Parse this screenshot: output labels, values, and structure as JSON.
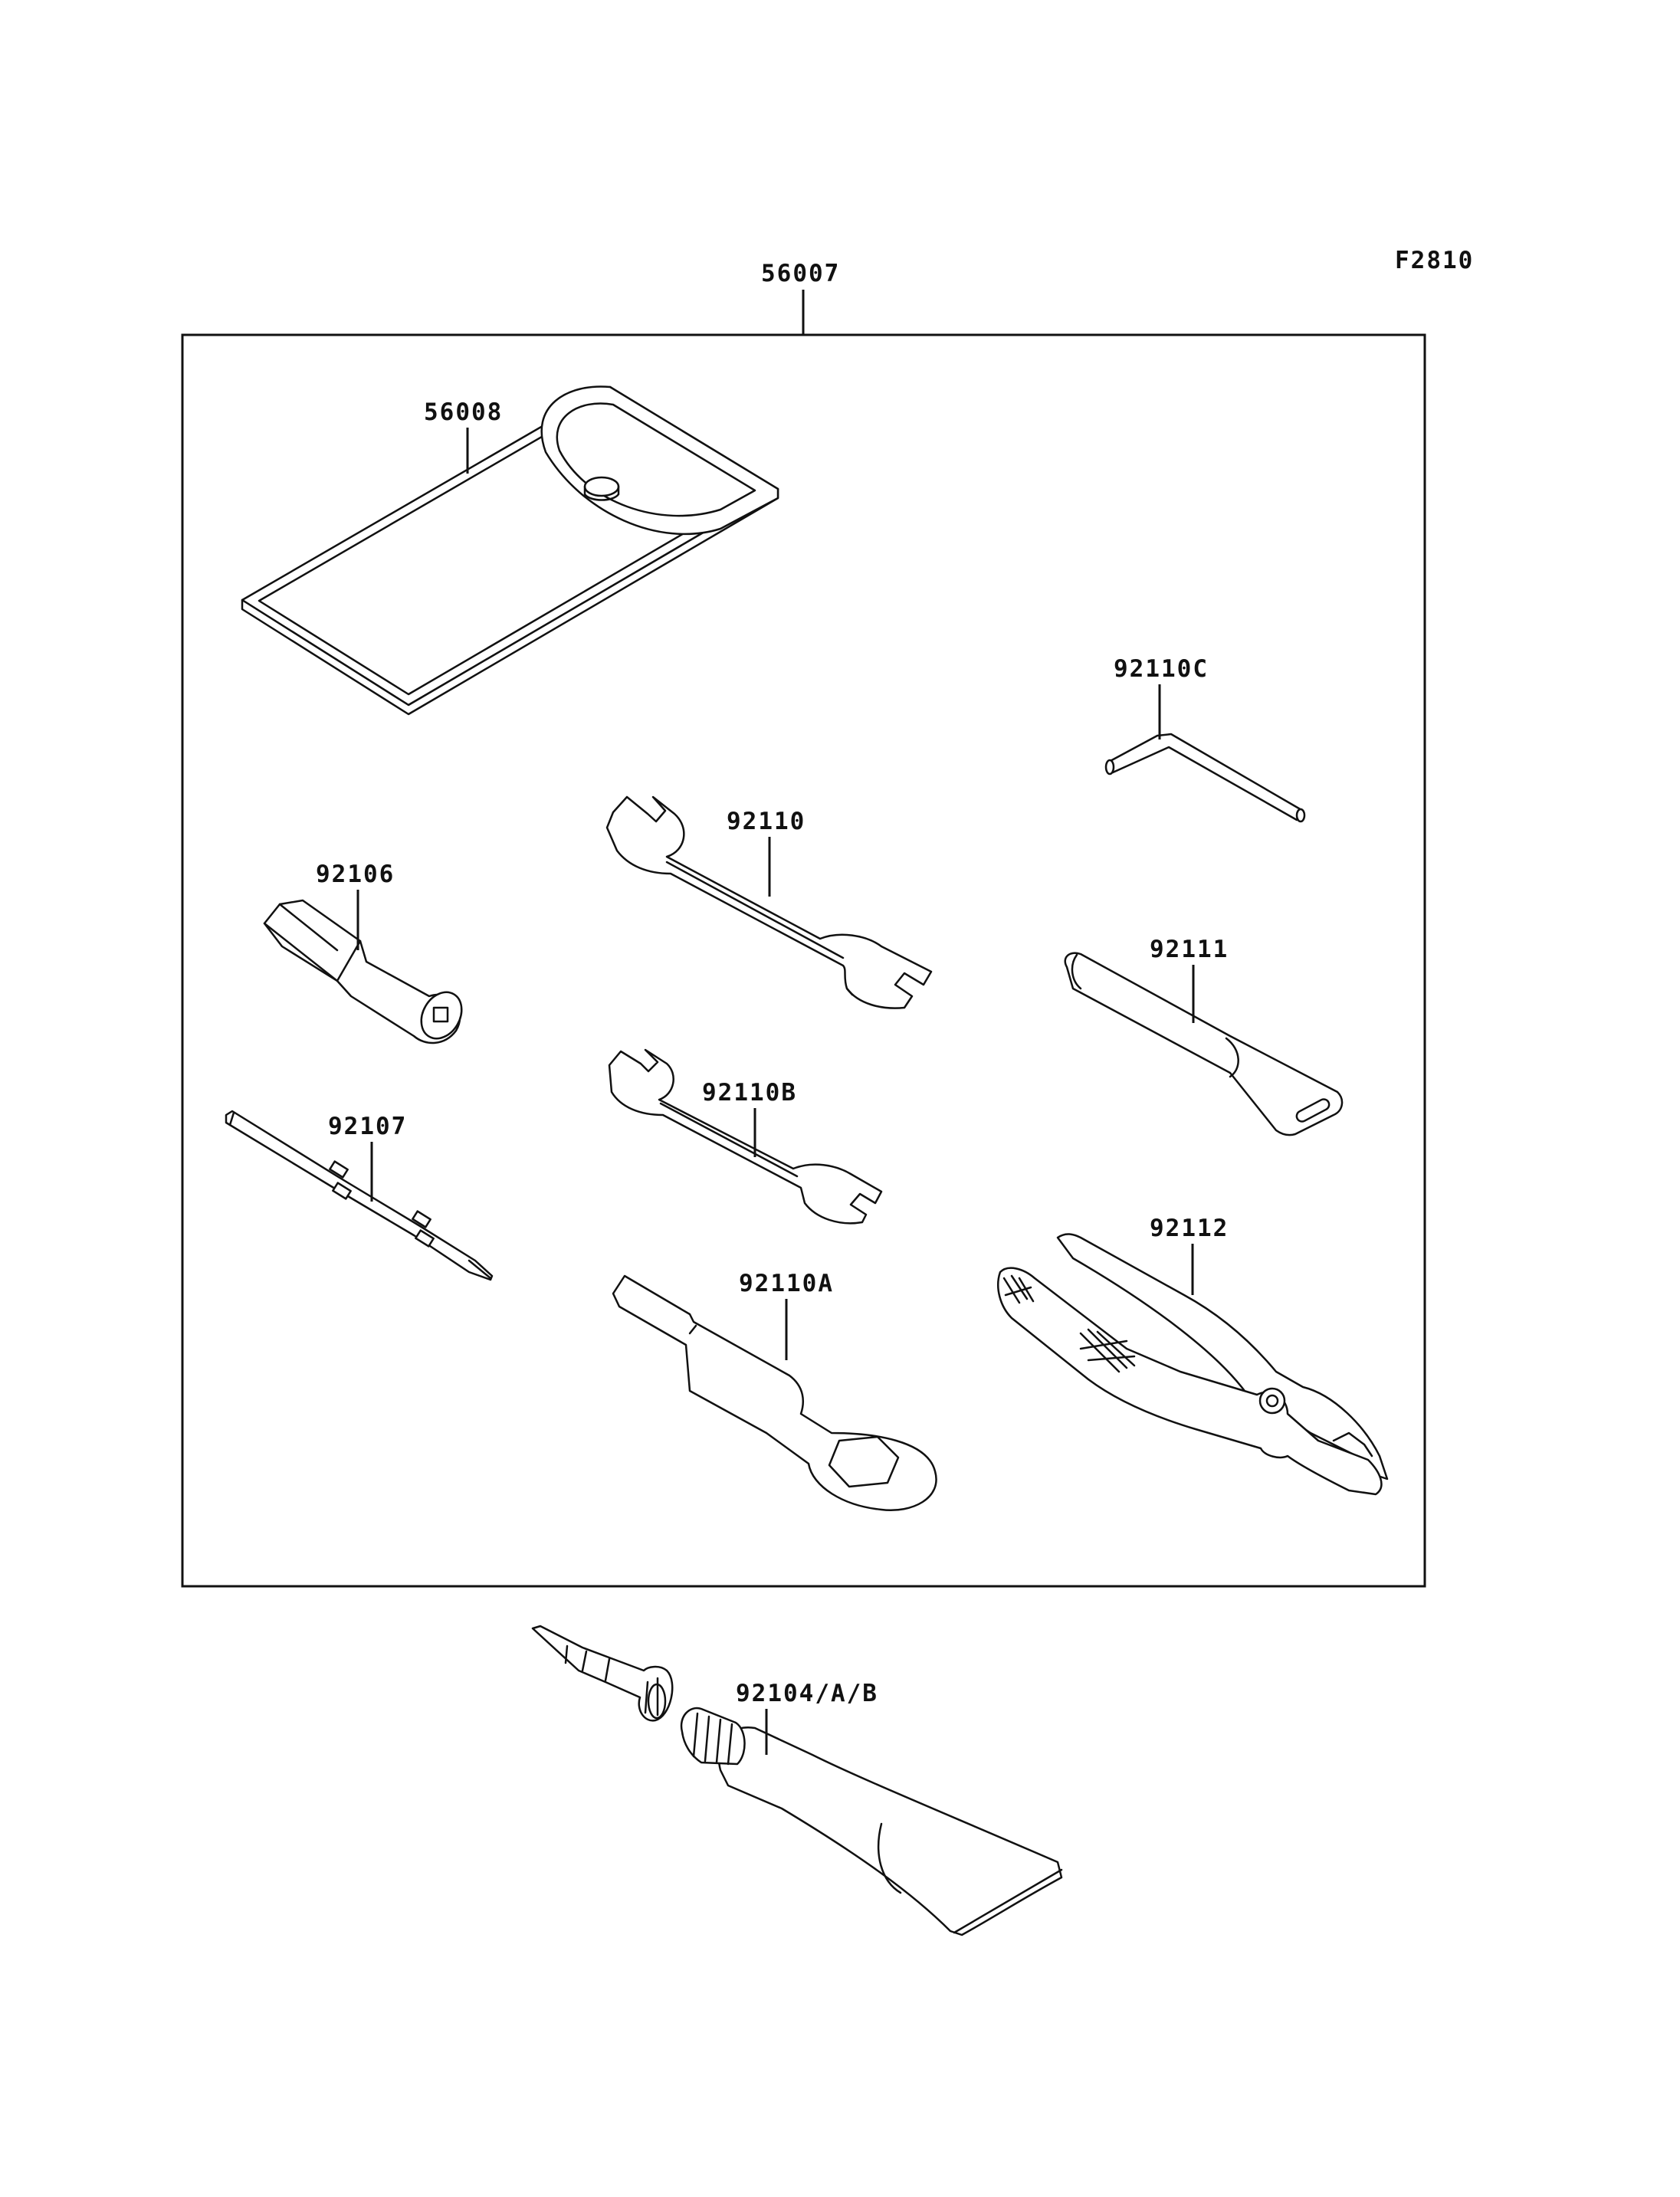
{
  "figure_code": "F2810",
  "kit": {
    "part_number": "56007"
  },
  "parts": [
    {
      "part_number": "56008",
      "name_icon": "tool-bag"
    },
    {
      "part_number": "92110C",
      "name_icon": "hex-key"
    },
    {
      "part_number": "92110",
      "name_icon": "open-end-wrench"
    },
    {
      "part_number": "92106",
      "name_icon": "socket-driver"
    },
    {
      "part_number": "92111",
      "name_icon": "extension-bar"
    },
    {
      "part_number": "92110B",
      "name_icon": "open-end-wrench-small"
    },
    {
      "part_number": "92107",
      "name_icon": "screwdriver"
    },
    {
      "part_number": "92112",
      "name_icon": "pliers"
    },
    {
      "part_number": "92110A",
      "name_icon": "box-wrench"
    },
    {
      "part_number": "92104/A/B",
      "name_icon": "tube-and-nozzle"
    }
  ]
}
